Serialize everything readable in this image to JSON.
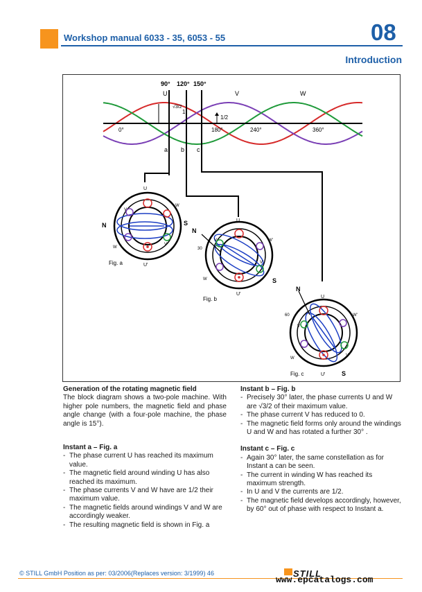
{
  "header": {
    "title": "Workshop manual   6033 - 35, 6053 - 55",
    "chapter": "08",
    "section": "Introduction"
  },
  "figure": {
    "angle_labels_top": [
      "90°",
      "120°",
      "150°"
    ],
    "phase_labels": [
      "U",
      "V",
      "W"
    ],
    "axis_labels": [
      "0°",
      "180°",
      "240°",
      "360°"
    ],
    "amplitude_labels": [
      "√3/2",
      "1",
      "1/2"
    ],
    "instant_labels": [
      "a",
      "b",
      "c"
    ],
    "fig_a": {
      "caption": "Fig. a",
      "N": "N",
      "S": "S",
      "U_top": "U",
      "U_bottom": "U'",
      "V": "V",
      "V_prime": "V'",
      "W": "W",
      "W_prime": "W'"
    },
    "fig_b": {
      "caption": "Fig. b",
      "N": "N",
      "S": "S",
      "angle": "30",
      "U_top": "U",
      "U_bottom": "U'",
      "V": "V",
      "V_prime": "V'",
      "W": "W",
      "W_prime": "W'"
    },
    "fig_c": {
      "caption": "Fig. c",
      "N": "N",
      "S": "S",
      "angle": "60",
      "U_top": "U",
      "U_bottom": "U'",
      "V": "V",
      "V_prime": "V'",
      "W": "W",
      "W_prime": "W'"
    },
    "colors": {
      "U": "#d62a2a",
      "V": "#7a3fb5",
      "W": "#1f9a3a",
      "field": "#1d3fc4"
    }
  },
  "left_column": {
    "generation": {
      "heading": "Generation of the rotating magnetic field",
      "text": "The block diagram shows a two-pole machine. With higher pole numbers, the magnetic field and phase angle change (with a four-pole machine, the phase angle is 15°)."
    },
    "instant_a": {
      "heading": "Instant a – Fig. a",
      "items": [
        "The phase current U has reached its maximum value.",
        "The magnetic field around winding U has also reached its maximum.",
        "The phase currents V and W have are 1/2 their maximum value.",
        "The magnetic fields around windings V and W are accordingly weaker.",
        "The resulting magnetic field is shown in Fig. a"
      ]
    }
  },
  "right_column": {
    "instant_b": {
      "heading": "Instant b – Fig. b",
      "items": [
        "Precisely 30° later, the phase currents U and W are √3/2 of their maximum value.",
        "The phase current V has reduced to 0.",
        "The magnetic field forms only around the windings U and W and has rotated a further 30° ."
      ]
    },
    "instant_c": {
      "heading": "Instant c – Fig. c",
      "items": [
        "Again 30° later, the same constellation as for Instant a can be seen.",
        "The current in winding W has reached its maximum strength.",
        "In U and V the currents are 1/2.",
        "The magnetic field develops accordingly, however, by 60° out of phase with respect to Instant a."
      ]
    }
  },
  "footer": {
    "text": "© STILL GmbH  Position as per: 03/2006(Replaces version: 3/1999)  46",
    "brand": "STILL",
    "watermark": "www.epcatalogs.com"
  }
}
